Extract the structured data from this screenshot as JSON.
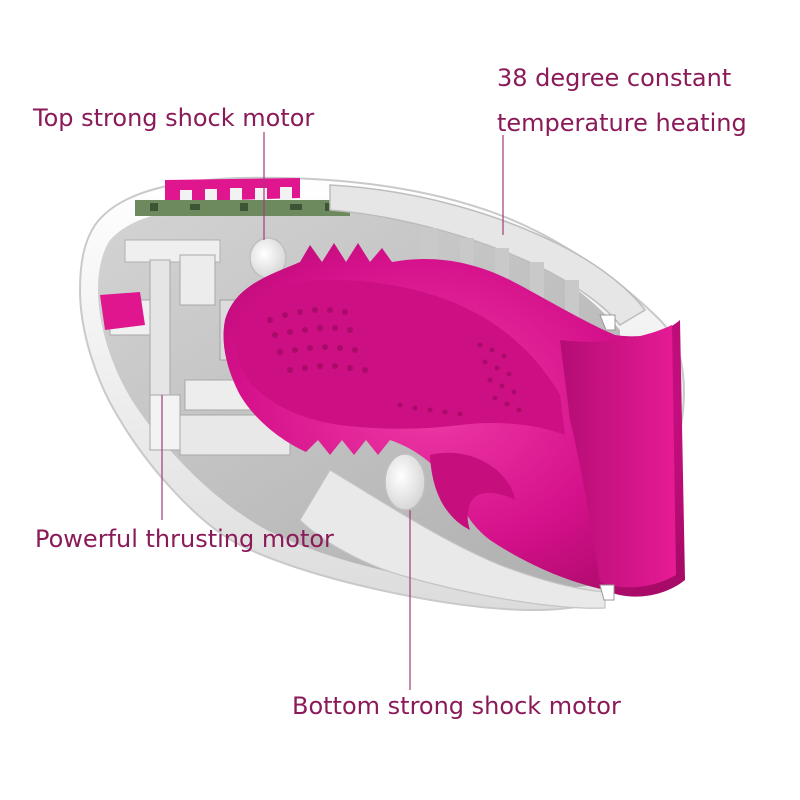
{
  "callouts": {
    "top_motor": "Top strong shock motor",
    "heating_line1": "38 degree constant",
    "heating_line2": "temperature heating",
    "thrusting_motor": "Powerful thrusting motor",
    "bottom_motor": "Bottom strong shock motor"
  },
  "colors": {
    "label_text": "#8b1a59",
    "leader_line": "#a23b78",
    "shell_white": "#f2f2f2",
    "shell_gray": "#b9b9b9",
    "inner_gray": "#d6d6d6",
    "sleeve_pink": "#e0168f",
    "sleeve_dark": "#b00d6e",
    "circuit_green": "#6c8a5e"
  }
}
